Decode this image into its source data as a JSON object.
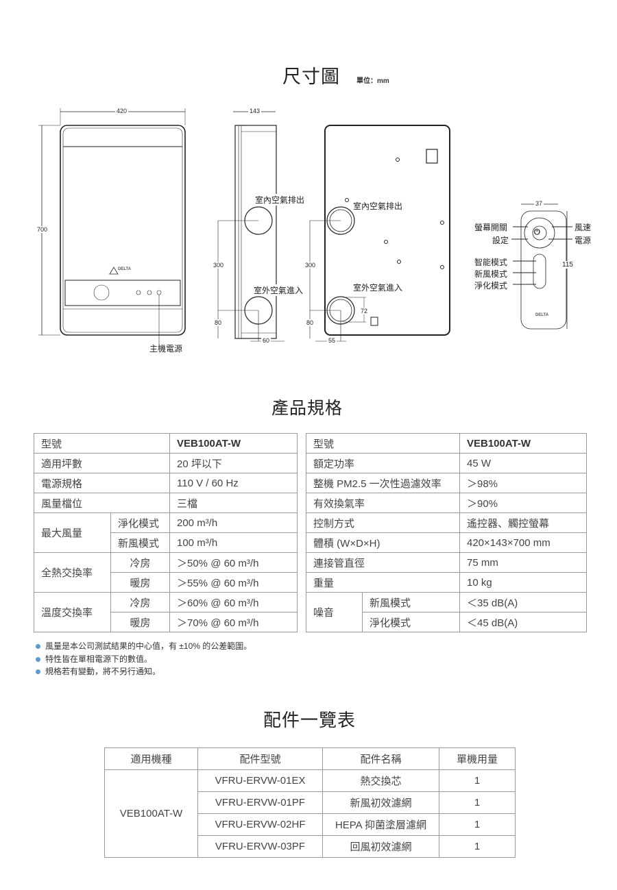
{
  "dimension_section": {
    "title": "尺寸圖",
    "unit": "單位：mm",
    "front": {
      "width": "420",
      "height": "700",
      "power_label": "主機電源",
      "brand": "DELTA"
    },
    "side": {
      "depth": "143",
      "pipe_spacing": "300",
      "bottom_offset": "80",
      "pipe_offset": "60",
      "exhaust_label": "室內空氣排出",
      "intake_label": "室外空氣進入"
    },
    "back": {
      "pipe_spacing": "300",
      "bottom_offset": "80",
      "pipe_offset": "55",
      "pipe_gap": "72",
      "exhaust_label": "室內空氣排出",
      "intake_label": "室外空氣進入"
    },
    "remote": {
      "width": "37",
      "height": "115",
      "screen_switch": "螢幕開關",
      "settings": "設定",
      "fan_speed": "風速",
      "power": "電源",
      "smart_mode": "智能模式",
      "fresh_mode": "新風模式",
      "purify_mode": "淨化模式",
      "brand": "DELTA"
    }
  },
  "spec_section": {
    "title": "產品規格",
    "left": {
      "model_label": "型號",
      "model": "VEB100AT-W",
      "area_label": "適用坪數",
      "area": "20 坪以下",
      "power_label": "電源規格",
      "power": "110 V / 60 Hz",
      "levels_label": "風量檔位",
      "levels": "三檔",
      "max_air_label": "最大風量",
      "purify_label": "淨化模式",
      "purify": "200 m³/h",
      "fresh_label": "新風模式",
      "fresh": "100 m³/h",
      "enthalpy_label": "全熱交換率",
      "temp_label": "溫度交換率",
      "cool": "冷房",
      "heat": "暖房",
      "enthalpy_cool": "＞50% @ 60 m³/h",
      "enthalpy_heat": "＞55% @ 60 m³/h",
      "temp_cool": "＞60% @ 60 m³/h",
      "temp_heat": "＞70% @ 60 m³/h"
    },
    "right": {
      "model_label": "型號",
      "model": "VEB100AT-W",
      "rated_power_label": "額定功率",
      "rated_power": "45 W",
      "pm25_label": "整機 PM2.5 一次性過濾效率",
      "pm25": "＞98%",
      "ventilation_label": "有效換氣率",
      "ventilation": "＞90%",
      "control_label": "控制方式",
      "control": "遙控器、觸控螢幕",
      "volume_label": "體積 (W×D×H)",
      "volume": "420×143×700 mm",
      "pipe_label": "連接管直徑",
      "pipe": "75 mm",
      "weight_label": "重量",
      "weight": "10 kg",
      "noise_label": "噪音",
      "noise_fresh_label": "新風模式",
      "noise_fresh": "＜35 dB(A)",
      "noise_purify_label": "淨化模式",
      "noise_purify": "＜45 dB(A)"
    },
    "notes": [
      "風量是本公司測試結果的中心值，有 ±10% 的公差範圍。",
      "特性皆在單相電源下的數值。",
      "規格若有變動，將不另行通知。"
    ],
    "bullet_color": "#5b9bd5"
  },
  "accessory_section": {
    "title": "配件一覽表",
    "headers": [
      "適用機種",
      "配件型號",
      "配件名稱",
      "單機用量"
    ],
    "model": "VEB100AT-W",
    "rows": [
      {
        "part": "VFRU-ERVW-01EX",
        "name": "熱交換芯",
        "qty": "1"
      },
      {
        "part": "VFRU-ERVW-01PF",
        "name": "新風初效濾網",
        "qty": "1"
      },
      {
        "part": "VFRU-ERVW-02HF",
        "name": "HEPA  抑菌塗層濾網",
        "qty": "1"
      },
      {
        "part": "VFRU-ERVW-03PF",
        "name": "回風初效濾網",
        "qty": "1"
      }
    ]
  }
}
